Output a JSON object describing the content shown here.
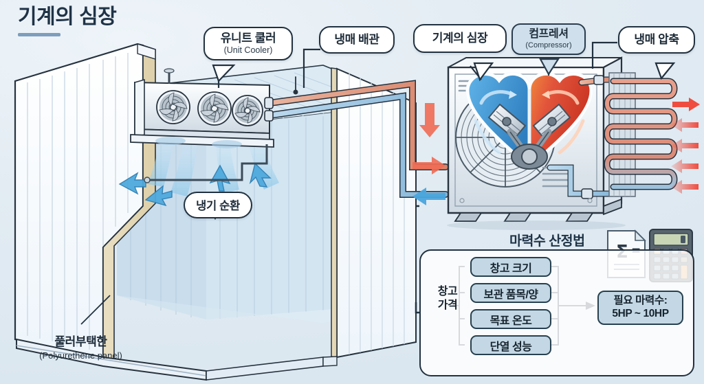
{
  "page": {
    "title": "기계의 심장",
    "background_color": "#e4edf4",
    "ink_color": "#22313f",
    "accent_color": "#7d9dbb"
  },
  "callouts": [
    {
      "id": "unit-cooler",
      "ko": "유니트 쿨러",
      "en": "(Unit Cooler)",
      "style": "white"
    },
    {
      "id": "refrigerant-pipe",
      "ko": "냉매 배관",
      "en": "",
      "style": "white"
    },
    {
      "id": "machine-heart",
      "ko": "기계의 심장",
      "en": "",
      "style": "white"
    },
    {
      "id": "compressor",
      "ko": "컴프레셔",
      "en": "(Compressor)",
      "style": "blue"
    },
    {
      "id": "refrigerant-compression",
      "ko": "냉매 압축",
      "en": "",
      "style": "white"
    }
  ],
  "badges": {
    "cold_air_circulation": "냉기 순환"
  },
  "panel_label": {
    "ko": "풀러부택한",
    "en": "(Polyurethene panel)"
  },
  "hp_panel": {
    "title": "마력수 산정법",
    "input_label": "창고\n가격",
    "input_label_line1": "창고",
    "input_label_line2": "가격",
    "factors": [
      "창고 크기",
      "보관 품목/양",
      "목표 온도",
      "단열 성능"
    ],
    "result_line1": "필요 마력수:",
    "result_line2": "5HP ~ 10HP",
    "icons": [
      "document-sigma-icon",
      "calculator-icon"
    ]
  },
  "diagram": {
    "cold_room": "coldroom-cutaway",
    "unit_cooler_fans": 3,
    "condensing_unit": "outdoor-condensing-unit",
    "heart_cold_color": "#4da3e0",
    "heart_hot_color": "#e04a3a",
    "hot_pipe_color": "#e0a189",
    "cold_pipe_color": "#8fc0e0",
    "airflow_arrow_color": "#4ea9dd",
    "heat_arrow_color": "#e8554a"
  }
}
